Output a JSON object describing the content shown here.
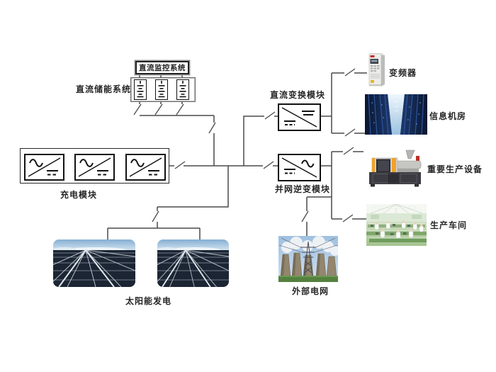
{
  "diagram": {
    "storage": {
      "system_label": "直流储能系统",
      "monitor_label": "直流监控系统",
      "battery_count": 3
    },
    "charge": {
      "label": "充电模块",
      "unit_count": 3
    },
    "dc_converter": {
      "label": "直流变换模块"
    },
    "grid_inverter": {
      "label": "并网逆变模块"
    },
    "sources": {
      "solar_label": "太阳能发电",
      "solar_array_count": 2,
      "external_grid_label": "外部电网"
    },
    "loads": {
      "vfd_label": "变频器",
      "server_room_label": "信息机房",
      "production_equipment_label": "重要生产设备",
      "workshop_label": "生产车间"
    }
  },
  "colors": {
    "wire": "#4a4a4a",
    "box_border": "#1a1a1a",
    "text": "#262626",
    "background": "#ffffff"
  }
}
